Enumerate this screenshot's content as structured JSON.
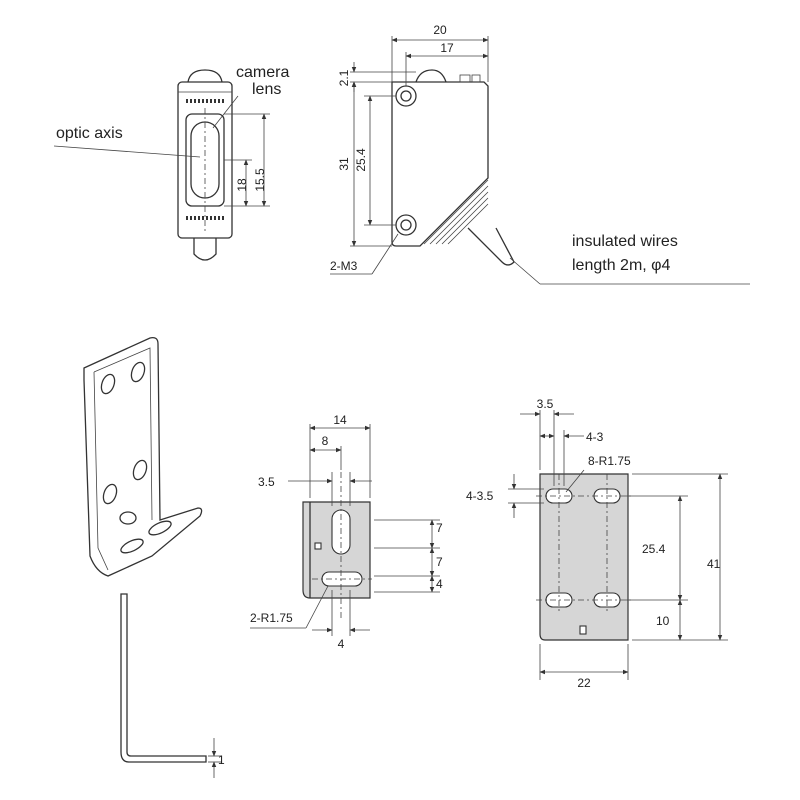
{
  "sensor_front": {
    "callouts": {
      "camera_lens_line1": "camera",
      "camera_lens_line2": "lens",
      "optic_axis": "optic axis"
    },
    "dims": {
      "d18": "18",
      "d15_5": "15.5"
    }
  },
  "sensor_side": {
    "dims": {
      "d20": "20",
      "d17": "17",
      "d2_1": "2.1",
      "d31": "31",
      "d25_4": "25.4",
      "m3": "2-M3"
    },
    "wire_label_line1": "insulated wires",
    "wire_label_line2": "length 2m, φ4"
  },
  "bracket_side": {
    "dims": {
      "d14": "14",
      "d8": "8",
      "d3_5": "3.5",
      "d7a": "7",
      "d7b": "7",
      "d4r": "4",
      "d4b": "4",
      "r175": "2-R1.75"
    }
  },
  "bracket_front": {
    "dims": {
      "d3_5": "3.5",
      "d4_3": "4-3",
      "r175": "8-R1.75",
      "d4_3_5": "4-3.5",
      "d25_4": "25.4",
      "d41": "41",
      "d10": "10",
      "d22": "22"
    }
  },
  "sheet_thickness": {
    "d1": "1"
  }
}
